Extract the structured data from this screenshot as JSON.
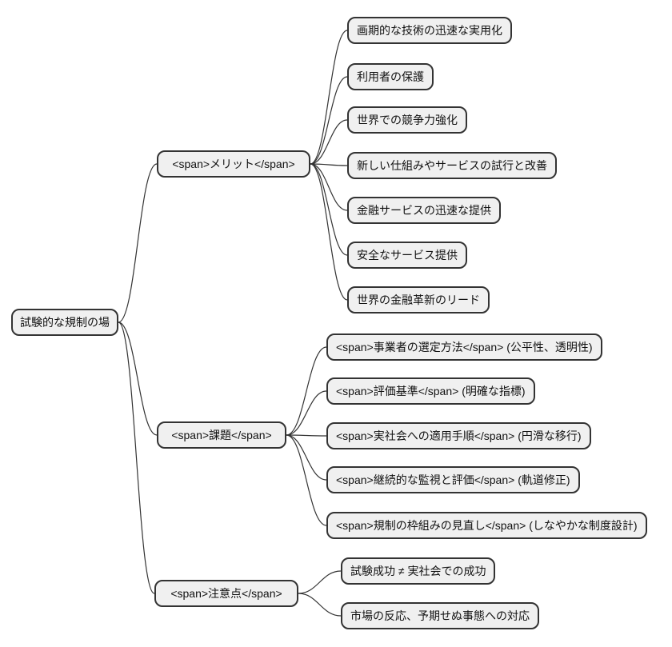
{
  "diagram": {
    "type": "mindmap",
    "root": {
      "label": "試験的な規制の場"
    },
    "branches": [
      {
        "label": "<span>メリット</span>",
        "children": [
          "画期的な技術の迅速な実用化",
          "利用者の保護",
          "世界での競争力強化",
          "新しい仕組みやサービスの試行と改善",
          "金融サービスの迅速な提供",
          "安全なサービス提供",
          "世界の金融革新のリード"
        ]
      },
      {
        "label": "<span>課題</span>",
        "children": [
          "<span>事業者の選定方法</span> (公平性、透明性)",
          "<span>評価基準</span> (明確な指標)",
          "<span>実社会への適用手順</span> (円滑な移行)",
          "<span>継続的な監視と評価</span> (軌道修正)",
          "<span>規制の枠組みの見直し</span> (しなやかな制度設計)"
        ]
      },
      {
        "label": "<span>注意点</span>",
        "children": [
          "試験成功 ≠ 実社会での成功",
          "市場の反応、予期せぬ事態への対応"
        ]
      }
    ],
    "colors": {
      "node_fill": "#f0f0f0",
      "node_border": "#333333",
      "link": "#333333",
      "text": "#111111",
      "background": "#ffffff"
    }
  }
}
